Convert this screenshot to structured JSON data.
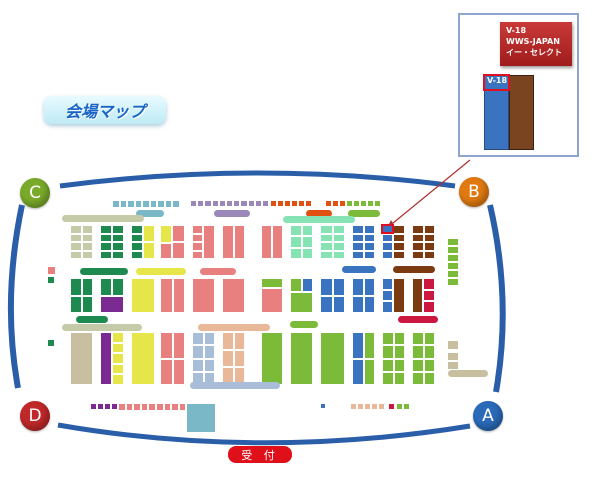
{
  "title": "会場マップ",
  "corners": {
    "a": "A",
    "b": "B",
    "c": "C",
    "d": "D"
  },
  "reception": "受 付",
  "callout": {
    "booth": "V-18",
    "company": "WWS-JAPAN",
    "brand": "イー・セレクト"
  },
  "highlight_label": "V-18",
  "colors": {
    "border": "#2b5ea8",
    "corner_a": "#2a6ab8",
    "corner_b": "#e07a10",
    "corner_c": "#7aaa2a",
    "corner_d": "#c0282a",
    "olive": "#c5cba8",
    "dgreen": "#1f8a50",
    "yellow": "#e6e64a",
    "pink": "#e88080",
    "mint": "#86e3b3",
    "blue": "#3a74c0",
    "brown": "#7b3a10",
    "crimson": "#cc1840",
    "green": "#7cba3a",
    "purple": "#7a2a90",
    "tan": "#c8bea0",
    "lblue": "#a8bed8",
    "peach": "#e8b898",
    "sky": "#7ab8c8",
    "lavender": "#9a88b8",
    "orange": "#e05010"
  }
}
